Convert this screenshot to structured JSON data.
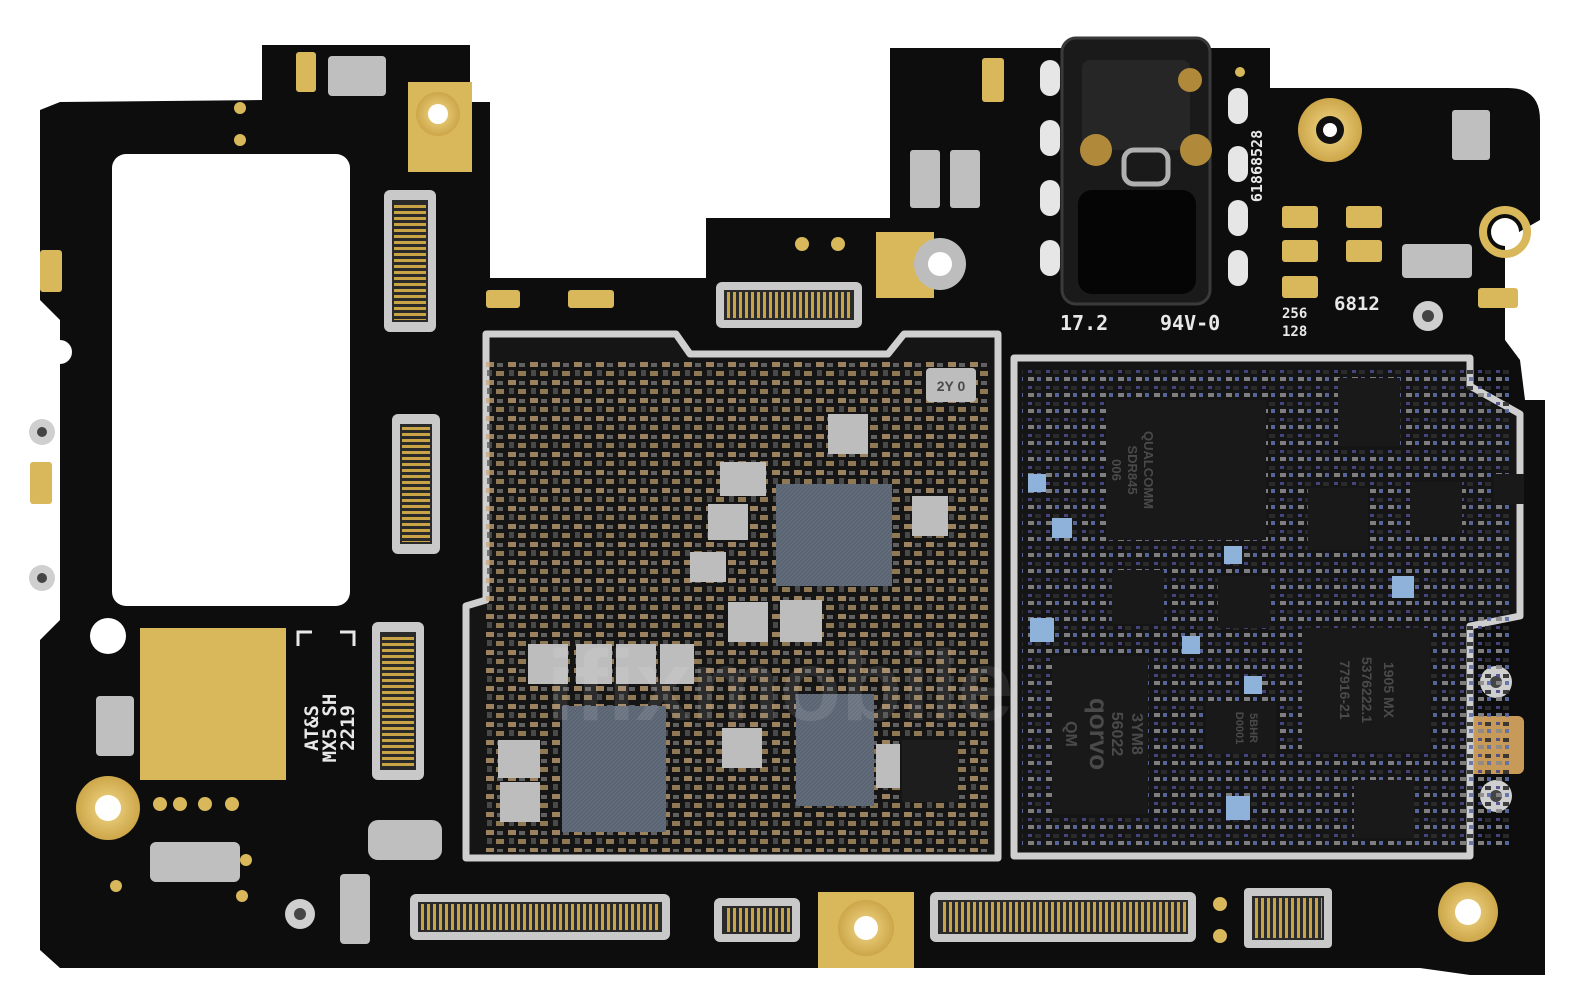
{
  "silkscreen": {
    "maker_line1": "AT&S",
    "maker_line2": "MX5 SH",
    "maker_line3": "2219",
    "version": "17.2",
    "flammability": "94V-0",
    "part_number": "61868528",
    "cap_top": "256",
    "cap_bottom": "128",
    "code": "6812"
  },
  "chips": {
    "qualcomm": [
      "QUALCOMM",
      "SDR845",
      "006"
    ],
    "qorvo": [
      "qorvo",
      "QM",
      "56022",
      "3YM8"
    ],
    "skyworks": [
      "77916-21",
      "5376222.1",
      "1905 MX"
    ],
    "crystal": "2Y 0",
    "small_a": [
      "D0001",
      "5BHR"
    ]
  },
  "watermark": "ifixmobile",
  "colors": {
    "board": "#0d0d0d",
    "gold": "#d8b85a",
    "shield": "#cfcfcf",
    "silk": "#e8e8e8",
    "chip": "#191919"
  }
}
